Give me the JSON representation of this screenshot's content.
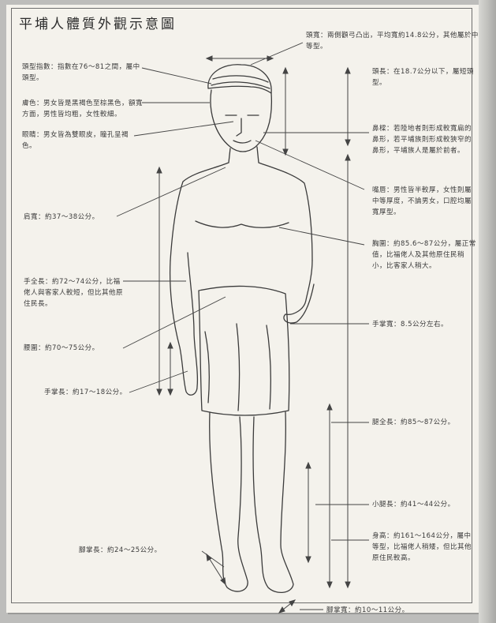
{
  "title": "平埔人體質外觀示意圖",
  "labels": {
    "head_width": "頭寬：兩側顴弓凸出，平均寬約14.8公分，其他屬於中等型。",
    "head_index": "頭型指數：指數在76～81之間，屬中頭型。",
    "head_length": "頭長：在18.7公分以下，屬短頭型。",
    "skin": "膚色：男女皆是黑褐色至棕黑色，額寬方面，男性皆均粗，女性較細。",
    "eyes": "眼睛：男女皆為雙眼皮，瞳孔呈褐色。",
    "nose": "鼻樑：若陸地者則形成較寬扁的鼻形，若平埔族則形成較狹窄的鼻形，平埔族人是屬於前者。",
    "lips": "嘴唇：男性皆半較厚，女性則屬中等厚度，不論男女，口腔均屬寬厚型。",
    "shoulder": "肩寬：約37～38公分。",
    "chest": "胸圍：約85.6～87公分，屬正常值，比福佬人及其他原住民稍小，比客家人稍大。",
    "arm": "手全長：約72～74公分，比福佬人與客家人較短，但比其他原住民長。",
    "hand_width": "手掌寬：8.5公分左右。",
    "hip": "腰圍：約70～75公分。",
    "hand_length": "手掌長：約17～18公分。",
    "leg": "腿全長：約85～87公分。",
    "calf": "小腿長：約41～44公分。",
    "height": "身高：約161～164公分，屬中等型，比福佬人稍矮，但比其他原住民較高。",
    "foot_length": "腳掌長：約24～25公分。",
    "foot_width": "腳掌寬：約10～11公分。"
  }
}
